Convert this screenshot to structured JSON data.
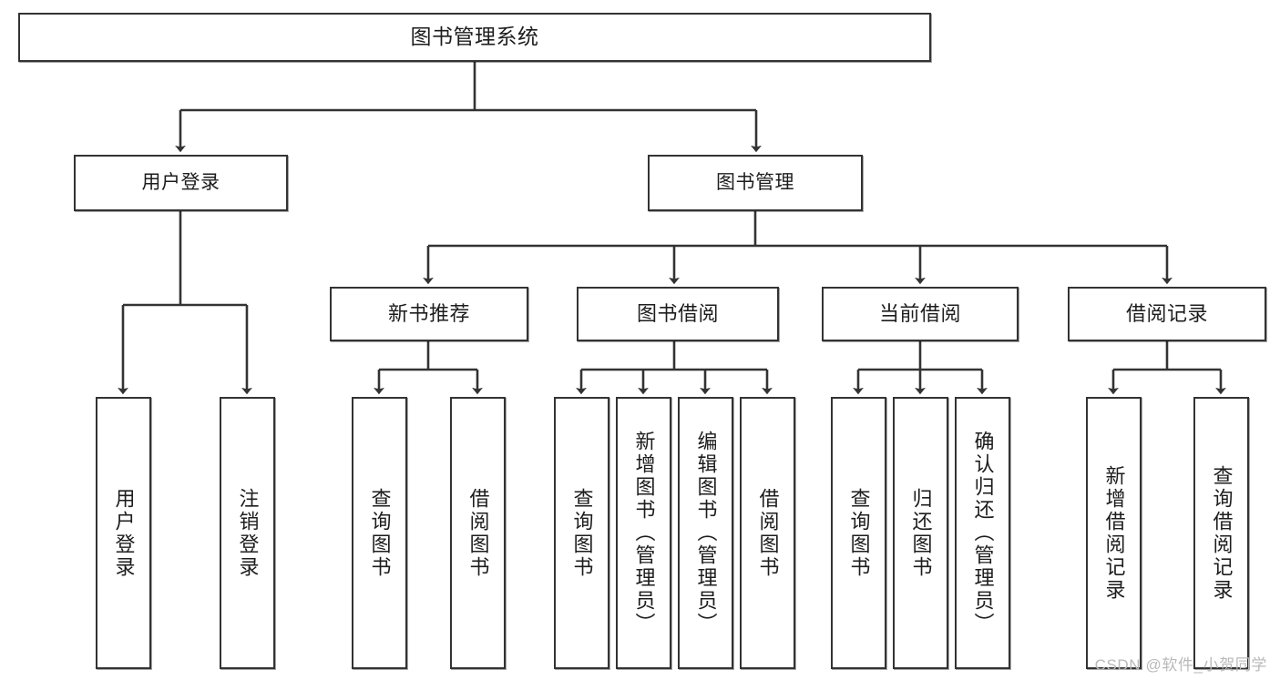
{
  "diagram": {
    "type": "tree",
    "title": "图书管理系统",
    "watermark": "CSDN @软件_小贺同学",
    "style": {
      "background": "#ffffff",
      "box_border": "#333333",
      "box_fill": "#ffffff",
      "text_color": "#1d1d1d",
      "connector": "#333333",
      "watermark_color": "#b9b9b9"
    },
    "nodes": {
      "root": {
        "label": "图书管理系统",
        "level": 0
      },
      "level1": [
        {
          "label": "用户登录",
          "level": 1
        },
        {
          "label": "图书管理",
          "level": 1
        }
      ],
      "level2": [
        {
          "label": "新书推荐",
          "level": 2,
          "parent": "图书管理"
        },
        {
          "label": "图书借阅",
          "level": 2,
          "parent": "图书管理"
        },
        {
          "label": "当前借阅",
          "level": 2,
          "parent": "图书管理"
        },
        {
          "label": "借阅记录",
          "level": 2,
          "parent": "图书管理"
        }
      ],
      "leaves": {
        "user_login": [
          {
            "label": "用户登录"
          },
          {
            "label": "注销登录"
          }
        ],
        "new_book_recommend": [
          {
            "label": "查询图书"
          },
          {
            "label": "借阅图书"
          }
        ],
        "book_borrow": [
          {
            "label": "查询图书"
          },
          {
            "label": "新增图书（管理员）"
          },
          {
            "label": "编辑图书（管理员）"
          },
          {
            "label": "借阅图书"
          }
        ],
        "current_borrow": [
          {
            "label": "查询图书"
          },
          {
            "label": "归还图书"
          },
          {
            "label": "确认归还（管理员）"
          }
        ],
        "borrow_record": [
          {
            "label": "新增借阅记录"
          },
          {
            "label": "查询借阅记录"
          }
        ]
      }
    }
  }
}
